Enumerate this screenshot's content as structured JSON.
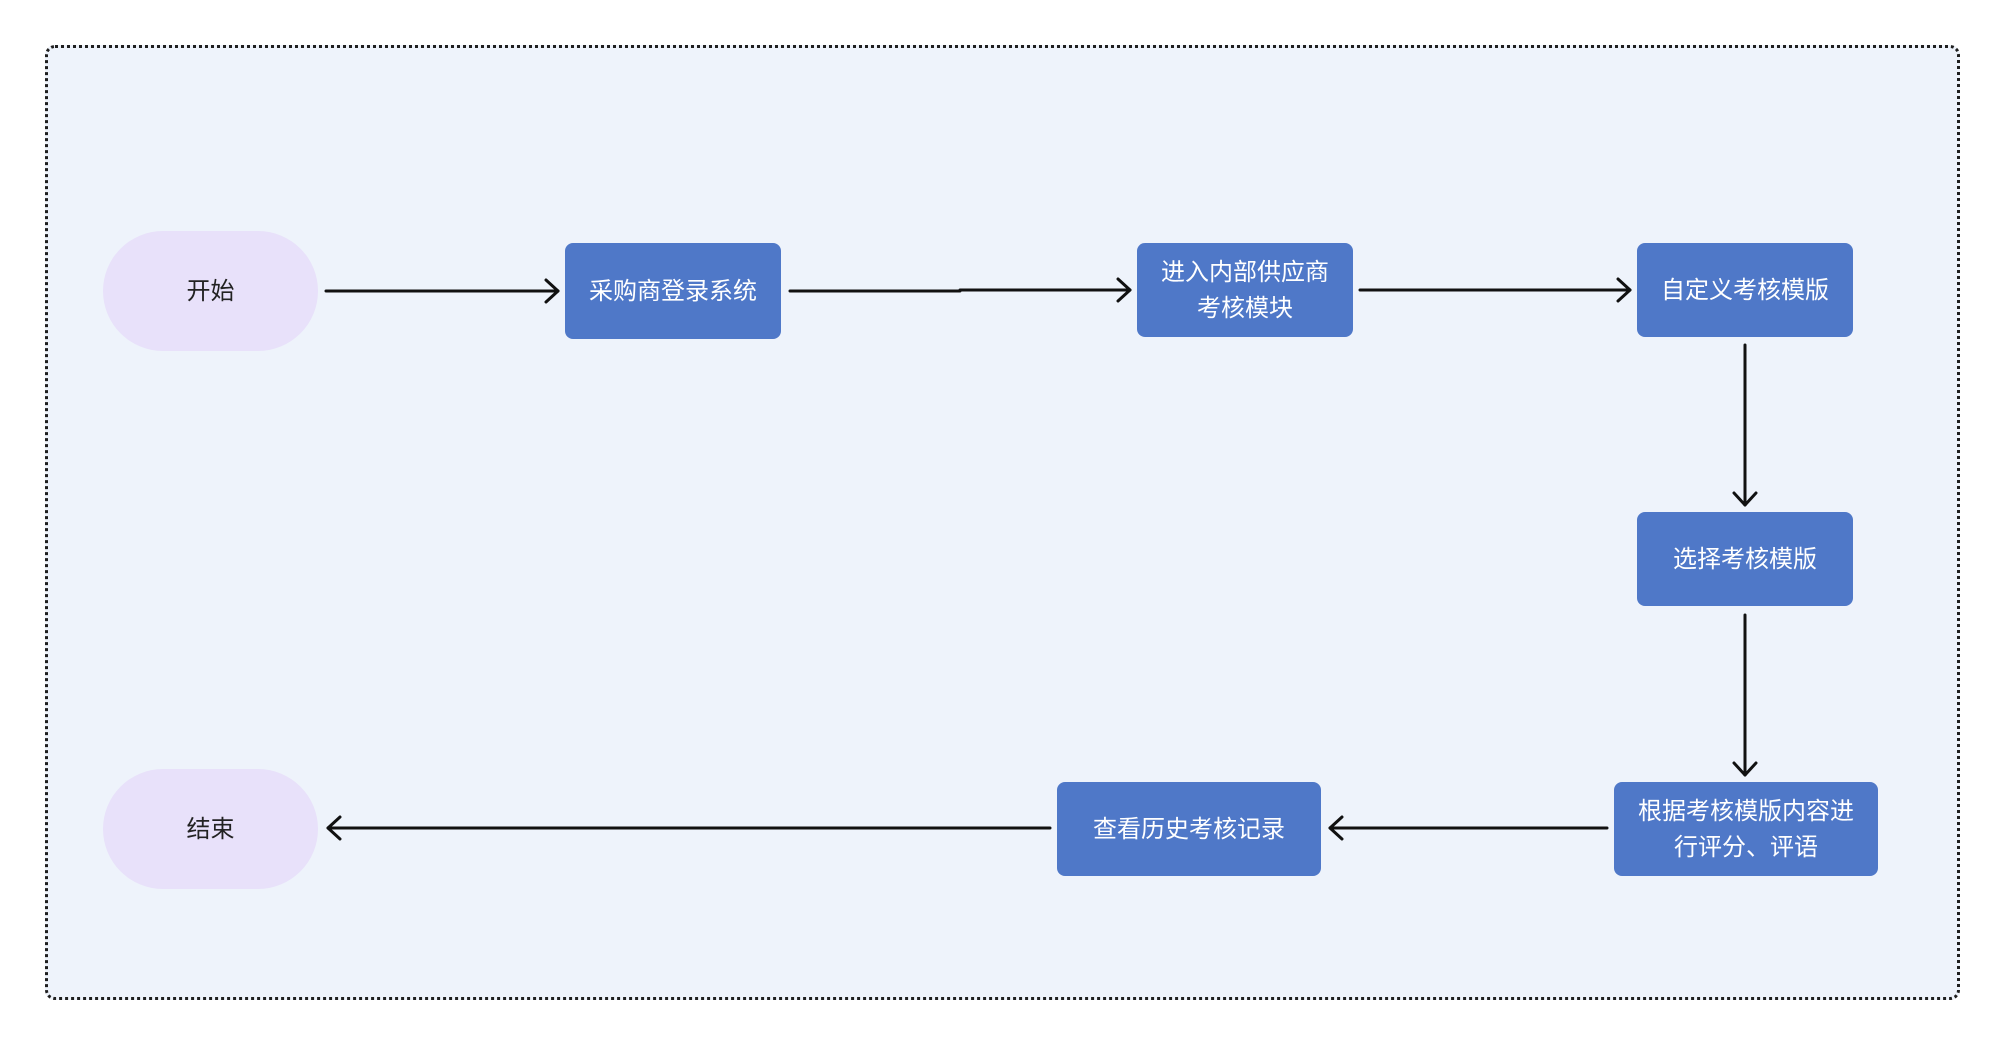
{
  "nodes": {
    "start": "开始",
    "login": "采购商登录系统",
    "enter_module": "进入内部供应商考核模块",
    "custom_template": "自定义考核模版",
    "select_template": "选择考核模版",
    "score": "根据考核模版内容进行评分、评语",
    "history": "查看历史考核记录",
    "end": "结束"
  },
  "colors": {
    "background": "#eef3fb",
    "terminal_fill": "#e8e1fa",
    "process_fill": "#4f78c8",
    "arrow": "#111111"
  }
}
